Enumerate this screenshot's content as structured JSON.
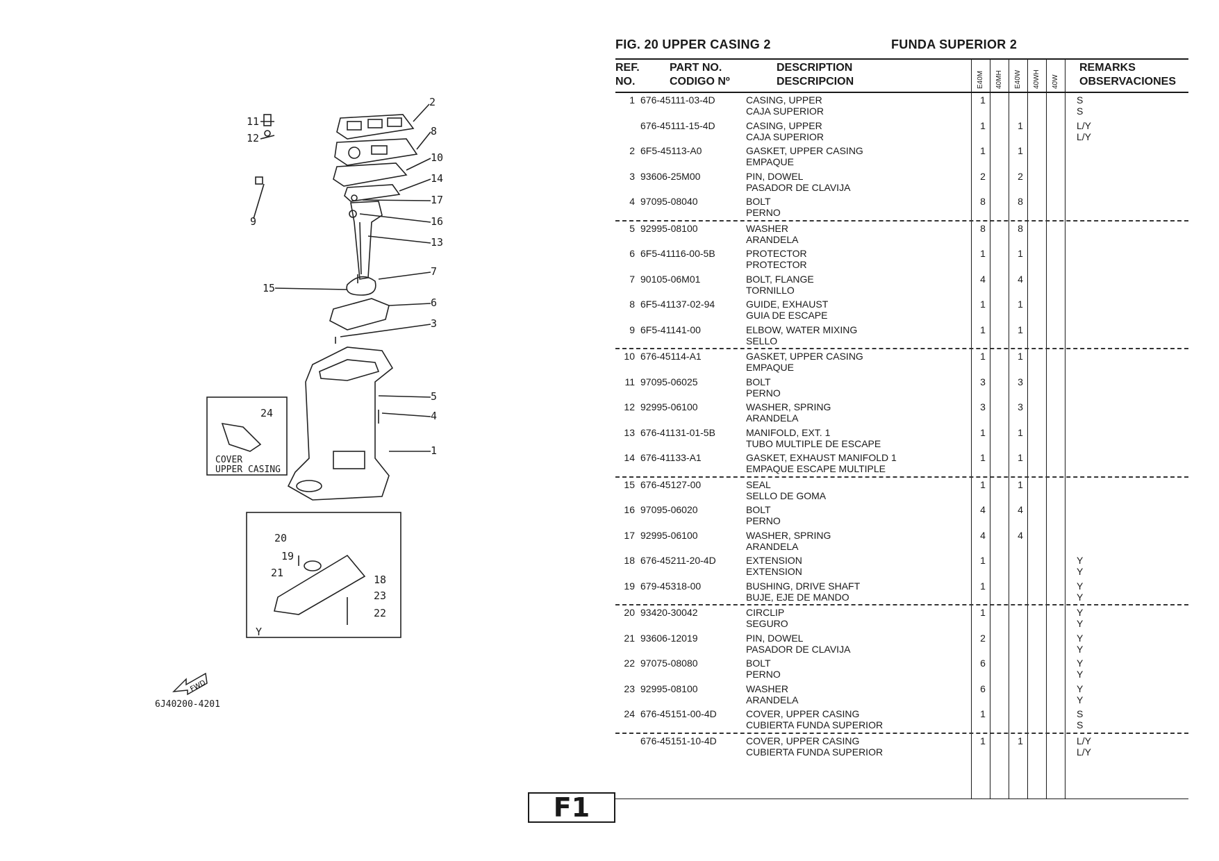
{
  "header": {
    "fig": "FIG.  20   UPPER CASING 2",
    "fig_es": "FUNDA SUPERIOR 2"
  },
  "columns": {
    "ref": [
      "REF.",
      "NO."
    ],
    "part": [
      "PART NO.",
      "CODIGO Nº"
    ],
    "desc": [
      "DESCRIPTION",
      "DESCRIPCION"
    ],
    "qty": [
      "E40M",
      "40MH",
      "E40W",
      "40WH",
      "40W"
    ],
    "remarks": [
      "REMARKS",
      "OBSERVACIONES"
    ]
  },
  "rows": [
    {
      "ref": "1",
      "part": "676-45111-03-4D",
      "desc": "CASING, UPPER",
      "desc_es": "CAJA SUPERIOR",
      "q1": "1",
      "q3": "",
      "rem": "S",
      "rem2": "S",
      "sep": false
    },
    {
      "ref": "",
      "part": "676-45111-15-4D",
      "desc": "CASING, UPPER",
      "desc_es": "CAJA SUPERIOR",
      "q1": "1",
      "q3": "1",
      "rem": "L/Y",
      "rem2": "L/Y",
      "sep": false
    },
    {
      "ref": "2",
      "part": "6F5-45113-A0",
      "desc": "GASKET, UPPER CASING",
      "desc_es": "EMPAQUE",
      "q1": "1",
      "q3": "1",
      "rem": "",
      "rem2": "",
      "sep": false
    },
    {
      "ref": "3",
      "part": "93606-25M00",
      "desc": "PIN, DOWEL",
      "desc_es": "PASADOR DE CLAVIJA",
      "q1": "2",
      "q3": "2",
      "rem": "",
      "rem2": "",
      "sep": false
    },
    {
      "ref": "4",
      "part": "97095-08040",
      "desc": "BOLT",
      "desc_es": "PERNO",
      "q1": "8",
      "q3": "8",
      "rem": "",
      "rem2": "",
      "sep": false
    },
    {
      "ref": "5",
      "part": "92995-08100",
      "desc": "WASHER",
      "desc_es": "ARANDELA",
      "q1": "8",
      "q3": "8",
      "rem": "",
      "rem2": "",
      "sep": true
    },
    {
      "ref": "6",
      "part": "6F5-41116-00-5B",
      "desc": "PROTECTOR",
      "desc_es": "PROTECTOR",
      "q1": "1",
      "q3": "1",
      "rem": "",
      "rem2": "",
      "sep": false
    },
    {
      "ref": "7",
      "part": "90105-06M01",
      "desc": "BOLT, FLANGE",
      "desc_es": "TORNILLO",
      "q1": "4",
      "q3": "4",
      "rem": "",
      "rem2": "",
      "sep": false
    },
    {
      "ref": "8",
      "part": "6F5-41137-02-94",
      "desc": "GUIDE, EXHAUST",
      "desc_es": "GUIA DE ESCAPE",
      "q1": "1",
      "q3": "1",
      "rem": "",
      "rem2": "",
      "sep": false
    },
    {
      "ref": "9",
      "part": "6F5-41141-00",
      "desc": "ELBOW, WATER MIXING",
      "desc_es": "SELLO",
      "q1": "1",
      "q3": "1",
      "rem": "",
      "rem2": "",
      "sep": false
    },
    {
      "ref": "10",
      "part": "676-45114-A1",
      "desc": "GASKET, UPPER CASING",
      "desc_es": "EMPAQUE",
      "q1": "1",
      "q3": "1",
      "rem": "",
      "rem2": "",
      "sep": true
    },
    {
      "ref": "11",
      "part": "97095-06025",
      "desc": "BOLT",
      "desc_es": "PERNO",
      "q1": "3",
      "q3": "3",
      "rem": "",
      "rem2": "",
      "sep": false
    },
    {
      "ref": "12",
      "part": "92995-06100",
      "desc": "WASHER, SPRING",
      "desc_es": "ARANDELA",
      "q1": "3",
      "q3": "3",
      "rem": "",
      "rem2": "",
      "sep": false
    },
    {
      "ref": "13",
      "part": "676-41131-01-5B",
      "desc": "MANIFOLD, EXT. 1",
      "desc_es": "TUBO MULTIPLE DE ESCAPE",
      "q1": "1",
      "q3": "1",
      "rem": "",
      "rem2": "",
      "sep": false
    },
    {
      "ref": "14",
      "part": "676-41133-A1",
      "desc": "GASKET, EXHAUST MANIFOLD 1",
      "desc_es": "EMPAQUE ESCAPE MULTIPLE",
      "q1": "1",
      "q3": "1",
      "rem": "",
      "rem2": "",
      "sep": false
    },
    {
      "ref": "15",
      "part": "676-45127-00",
      "desc": "SEAL",
      "desc_es": "SELLO DE GOMA",
      "q1": "1",
      "q3": "1",
      "rem": "",
      "rem2": "",
      "sep": true
    },
    {
      "ref": "16",
      "part": "97095-06020",
      "desc": "BOLT",
      "desc_es": "PERNO",
      "q1": "4",
      "q3": "4",
      "rem": "",
      "rem2": "",
      "sep": false
    },
    {
      "ref": "17",
      "part": "92995-06100",
      "desc": "WASHER, SPRING",
      "desc_es": "ARANDELA",
      "q1": "4",
      "q3": "4",
      "rem": "",
      "rem2": "",
      "sep": false
    },
    {
      "ref": "18",
      "part": "676-45211-20-4D",
      "desc": "EXTENSION",
      "desc_es": "EXTENSION",
      "q1": "1",
      "q3": "",
      "rem": "Y",
      "rem2": "Y",
      "sep": false
    },
    {
      "ref": "19",
      "part": "679-45318-00",
      "desc": "BUSHING, DRIVE SHAFT",
      "desc_es": "BUJE, EJE DE MANDO",
      "q1": "1",
      "q3": "",
      "rem": "Y",
      "rem2": "Y",
      "sep": false
    },
    {
      "ref": "20",
      "part": "93420-30042",
      "desc": "CIRCLIP",
      "desc_es": "SEGURO",
      "q1": "1",
      "q3": "",
      "rem": "Y",
      "rem2": "Y",
      "sep": true
    },
    {
      "ref": "21",
      "part": "93606-12019",
      "desc": "PIN, DOWEL",
      "desc_es": "PASADOR DE CLAVIJA",
      "q1": "2",
      "q3": "",
      "rem": "Y",
      "rem2": "Y",
      "sep": false
    },
    {
      "ref": "22",
      "part": "97075-08080",
      "desc": "BOLT",
      "desc_es": "PERNO",
      "q1": "6",
      "q3": "",
      "rem": "Y",
      "rem2": "Y",
      "sep": false
    },
    {
      "ref": "23",
      "part": "92995-08100",
      "desc": "WASHER",
      "desc_es": "ARANDELA",
      "q1": "6",
      "q3": "",
      "rem": "Y",
      "rem2": "Y",
      "sep": false
    },
    {
      "ref": "24",
      "part": "676-45151-00-4D",
      "desc": "COVER, UPPER CASING",
      "desc_es": "CUBIERTA  FUNDA SUPERIOR",
      "q1": "1",
      "q3": "",
      "rem": "S",
      "rem2": "S",
      "sep": false
    },
    {
      "ref": "",
      "part": "676-45151-10-4D",
      "desc": "COVER, UPPER CASING",
      "desc_es": "CUBIERTA  FUNDA SUPERIOR",
      "q1": "1",
      "q3": "1",
      "rem": "L/Y",
      "rem2": "L/Y",
      "sep": true
    }
  ],
  "diagram": {
    "callouts": [
      "1",
      "2",
      "3",
      "4",
      "5",
      "6",
      "7",
      "8",
      "9",
      "10",
      "11",
      "12",
      "13",
      "14",
      "15",
      "16",
      "17",
      "18",
      "19",
      "20",
      "21",
      "22",
      "23",
      "24"
    ],
    "cover_label": [
      "COVER",
      "UPPER CASING"
    ],
    "inset_label": "Y",
    "fwd_label": "FWD",
    "drawing_code": "6J40200-4201"
  },
  "page_tab": "F1"
}
